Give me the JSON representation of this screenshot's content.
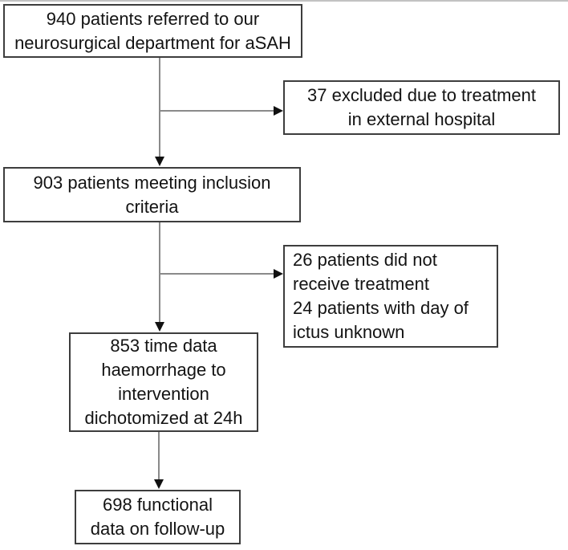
{
  "boxes": [
    {
      "id": "referred",
      "text": "940 patients referred to our\nneurosurgical department for aSAH"
    },
    {
      "id": "excluded-external",
      "text": "37 excluded due to treatment\nin external hospital"
    },
    {
      "id": "inclusion",
      "text": "903 patients meeting inclusion\ncriteria"
    },
    {
      "id": "excluded-no-treatment-ictus",
      "text": "26 patients did not\nreceive treatment\n24 patients with day of\nictus unknown"
    },
    {
      "id": "time-data",
      "text": "853 time data\nhaemorrhage to\nintervention\ndichotomized at 24h"
    },
    {
      "id": "follow-up",
      "text": "698 functional\ndata on follow-up"
    }
  ],
  "counts": {
    "referred": 940,
    "excluded_external_hospital": 37,
    "meeting_inclusion_criteria": 903,
    "did_not_receive_treatment": 26,
    "day_of_ictus_unknown": 24,
    "time_data_dichotomized_24h": 853,
    "functional_followup_data": 698
  },
  "colors": {
    "background": "#ffffff",
    "box_border": "#3d3d3d",
    "text": "#131313",
    "connector": "#8a8a8a",
    "arrowhead": "#111111",
    "edge": "#c2c2c2"
  }
}
